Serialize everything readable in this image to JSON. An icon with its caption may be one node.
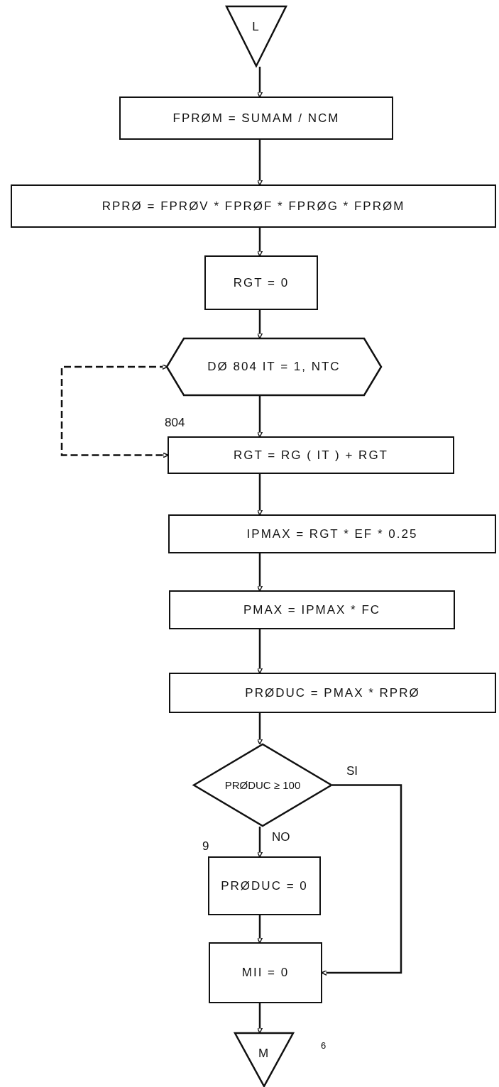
{
  "diagram": {
    "nodes": [
      {
        "text": [
          "L"
        ]
      },
      {
        "text": [
          "FPRØM = SUMAM / NCM"
        ]
      },
      {
        "text": [
          "RPRØ = FPRØV * FPRØF * FPRØG * FPRØM"
        ]
      },
      {
        "text": [
          "RGT = 0"
        ]
      },
      {
        "text": [
          "DØ 804 IT = 1, NTC"
        ]
      },
      {
        "text": [
          "RGT = RG ( IT ) + RGT"
        ],
        "beside": [
          "804"
        ]
      },
      {
        "text": [
          "IPMAX = RGT * EF * 0.25"
        ]
      },
      {
        "text": [
          "PMAX = IPMAX * FC"
        ]
      },
      {
        "text": [
          "PRØDUC = PMAX * RPRØ"
        ]
      },
      {
        "text": [
          "PRØDUC ≥ 100"
        ]
      },
      {
        "text": [
          "PRØDUC = 0"
        ],
        "beside": [
          "9"
        ]
      },
      {
        "text": [
          "MII = 0"
        ]
      },
      {
        "text": [
          "M"
        ]
      }
    ],
    "edges": [
      {
        "from": 0,
        "to": 1,
        "arrow": "to"
      },
      {
        "from": 1,
        "to": 2,
        "arrow": "to"
      },
      {
        "from": 2,
        "to": 3,
        "arrow": "to"
      },
      {
        "from": 3,
        "to": 4,
        "arrow": "to"
      },
      {
        "from": 4,
        "to": 5,
        "arrow": "to"
      },
      {
        "from": 4,
        "to": 5,
        "arrow": "both",
        "style": "dashed"
      },
      {
        "from": 5,
        "to": 6,
        "arrow": "to"
      },
      {
        "from": 6,
        "to": 7,
        "arrow": "to"
      },
      {
        "from": 7,
        "to": 8,
        "arrow": "to"
      },
      {
        "from": 8,
        "to": 9,
        "arrow": "to"
      },
      {
        "from": 9,
        "to": 10,
        "arrow": "to",
        "label": "NO"
      },
      {
        "from": 9,
        "to": 11,
        "arrow": "to",
        "label": "SI"
      },
      {
        "from": 10,
        "to": 11,
        "arrow": "to"
      },
      {
        "from": 11,
        "to": 12,
        "arrow": "to"
      }
    ],
    "labels": [
      "6"
    ]
  }
}
